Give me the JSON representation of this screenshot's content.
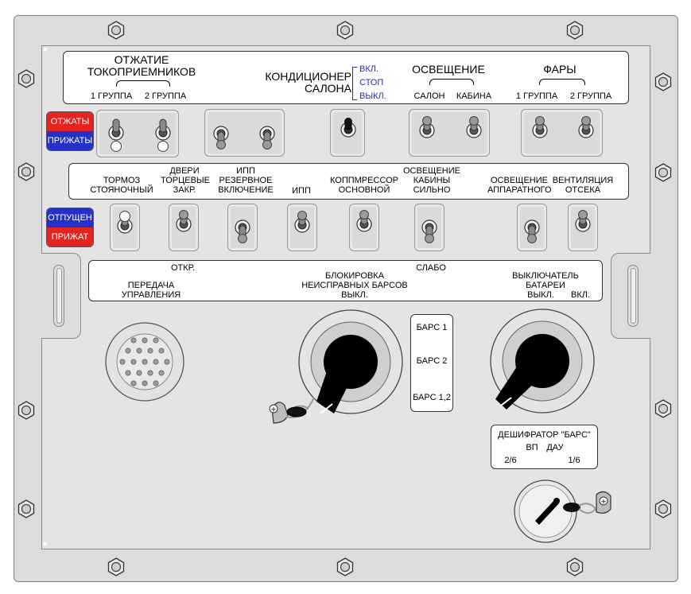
{
  "top_strip": {
    "pantograph_title": "ОТЖАТИЕ\nТОКОПРИЕМНИКОВ",
    "pantograph_group1": "1 ГРУППА",
    "pantograph_group2": "2 ГРУППА",
    "ac_title": "КОНДИЦИОНЕР\nСАЛОНА",
    "ac_on": "ВКЛ.",
    "ac_stop": "СТОП",
    "ac_off": "ВЫКЛ.",
    "lighting_title": "ОСВЕЩЕНИЕ",
    "lighting_salon": "САЛОН",
    "lighting_cabin": "КАБИНА",
    "headlights_title": "ФАРЫ",
    "headlights_group1": "1 ГРУППА",
    "headlights_group2": "2 ГРУППА"
  },
  "pantograph_state": {
    "top": "ОТЖАТЫ",
    "bottom": "ПРИЖАТЫ",
    "top_color": "#e8231f",
    "bottom_color": "#2430c8"
  },
  "middle_strip": {
    "parking_brake": "ТОРМОЗ\nСТОЯНОЧНЫЙ",
    "end_doors": "ДВЕРИ\nТОРЦЕВЫЕ\nЗАКР.",
    "ipp_reserve": "ИПП\nРЕЗЕРВНОЕ\nВКЛЮЧЕНИЕ",
    "ipp": "ИПП",
    "compressor": "КОППМРЕССОР\nОСНОВНОЙ",
    "cabin_light": "ОСВЕЩЕНИЕ\nКАБИНЫ\nСИЛЬНО",
    "equipment_light": "ОСВЕЩЕНИЕ\nАППАРАТНОГО",
    "ventilation": "ВЕНТИЛЯЦИЯ\nОТСЕКА"
  },
  "brake_state": {
    "top": "ОТПУЩЕН",
    "bottom": "ПРИЖАТ",
    "top_color": "#2430c8",
    "bottom_color": "#e8231f"
  },
  "lower_strip": {
    "open": "ОТКР.",
    "control_transfer": "ПЕРЕДАЧА\nУПРАВЛЕНИЯ",
    "weak": "СЛАБО",
    "bars_lock": "БЛОКИРОВКА\nНЕИСПРАВНЫХ БАРСОВ\nВЫКЛ.",
    "battery_switch": "ВЫКЛЮЧАТЕЛЬ\nБАТАРЕИ",
    "battery_off": "ВЫКЛ.",
    "battery_on": "ВКЛ."
  },
  "bars_selector": {
    "options": [
      "БАРС 1",
      "БАРС 2",
      "БАРС 1,2"
    ]
  },
  "decoder": {
    "title": "ДЕШИФРАТОР \"БАРС\"",
    "vp": "ВП",
    "dau": "ДАУ",
    "left": "2/6",
    "right": "1/6"
  },
  "icons": {
    "screw": "hex-screw-icon",
    "toggle": "toggle-switch-icon",
    "connector": "round-connector-icon",
    "rotary": "rotary-knob-icon"
  }
}
